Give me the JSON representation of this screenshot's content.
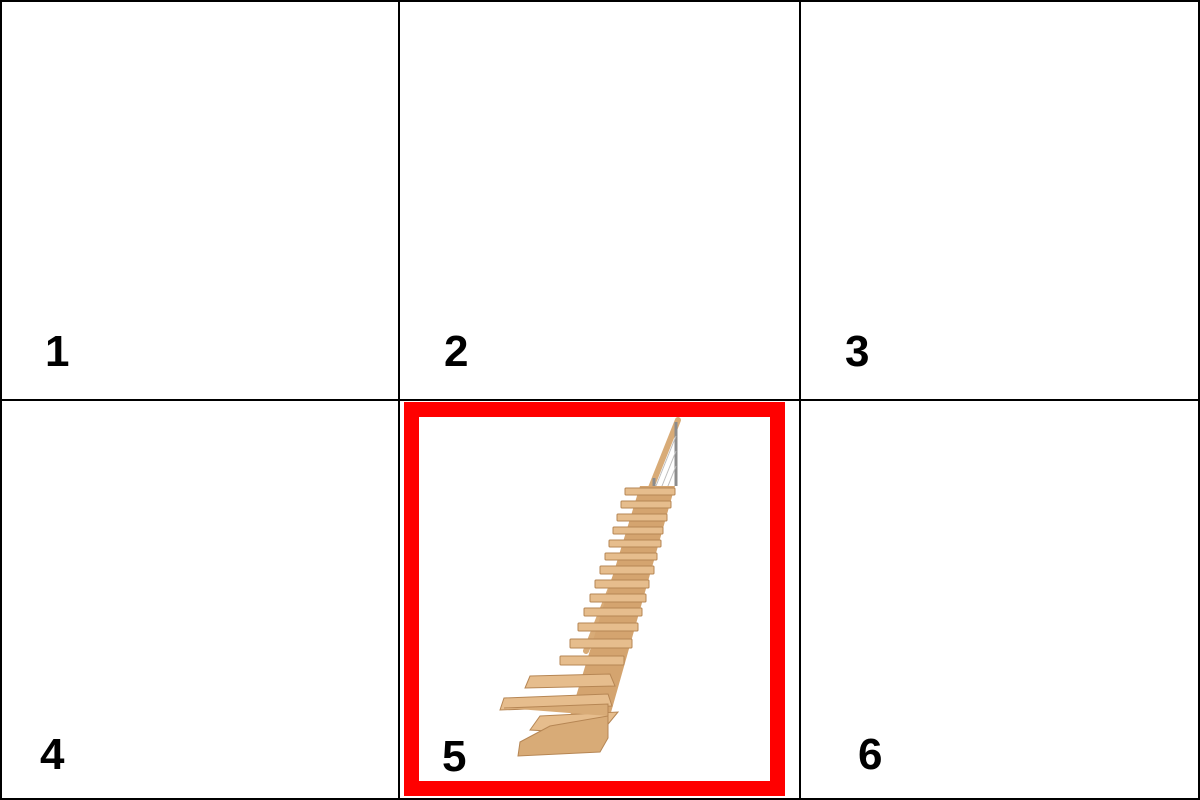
{
  "grid": {
    "cells": [
      {
        "number": "1"
      },
      {
        "number": "2"
      },
      {
        "number": "3"
      },
      {
        "number": "4"
      },
      {
        "number": "5",
        "selected": true,
        "image": "wooden-staircase"
      },
      {
        "number": "6"
      }
    ]
  },
  "colors": {
    "grid_lines": "#000000",
    "selection_border": "#ff0000",
    "background": "#ffffff",
    "wood": "#e2b98a"
  }
}
